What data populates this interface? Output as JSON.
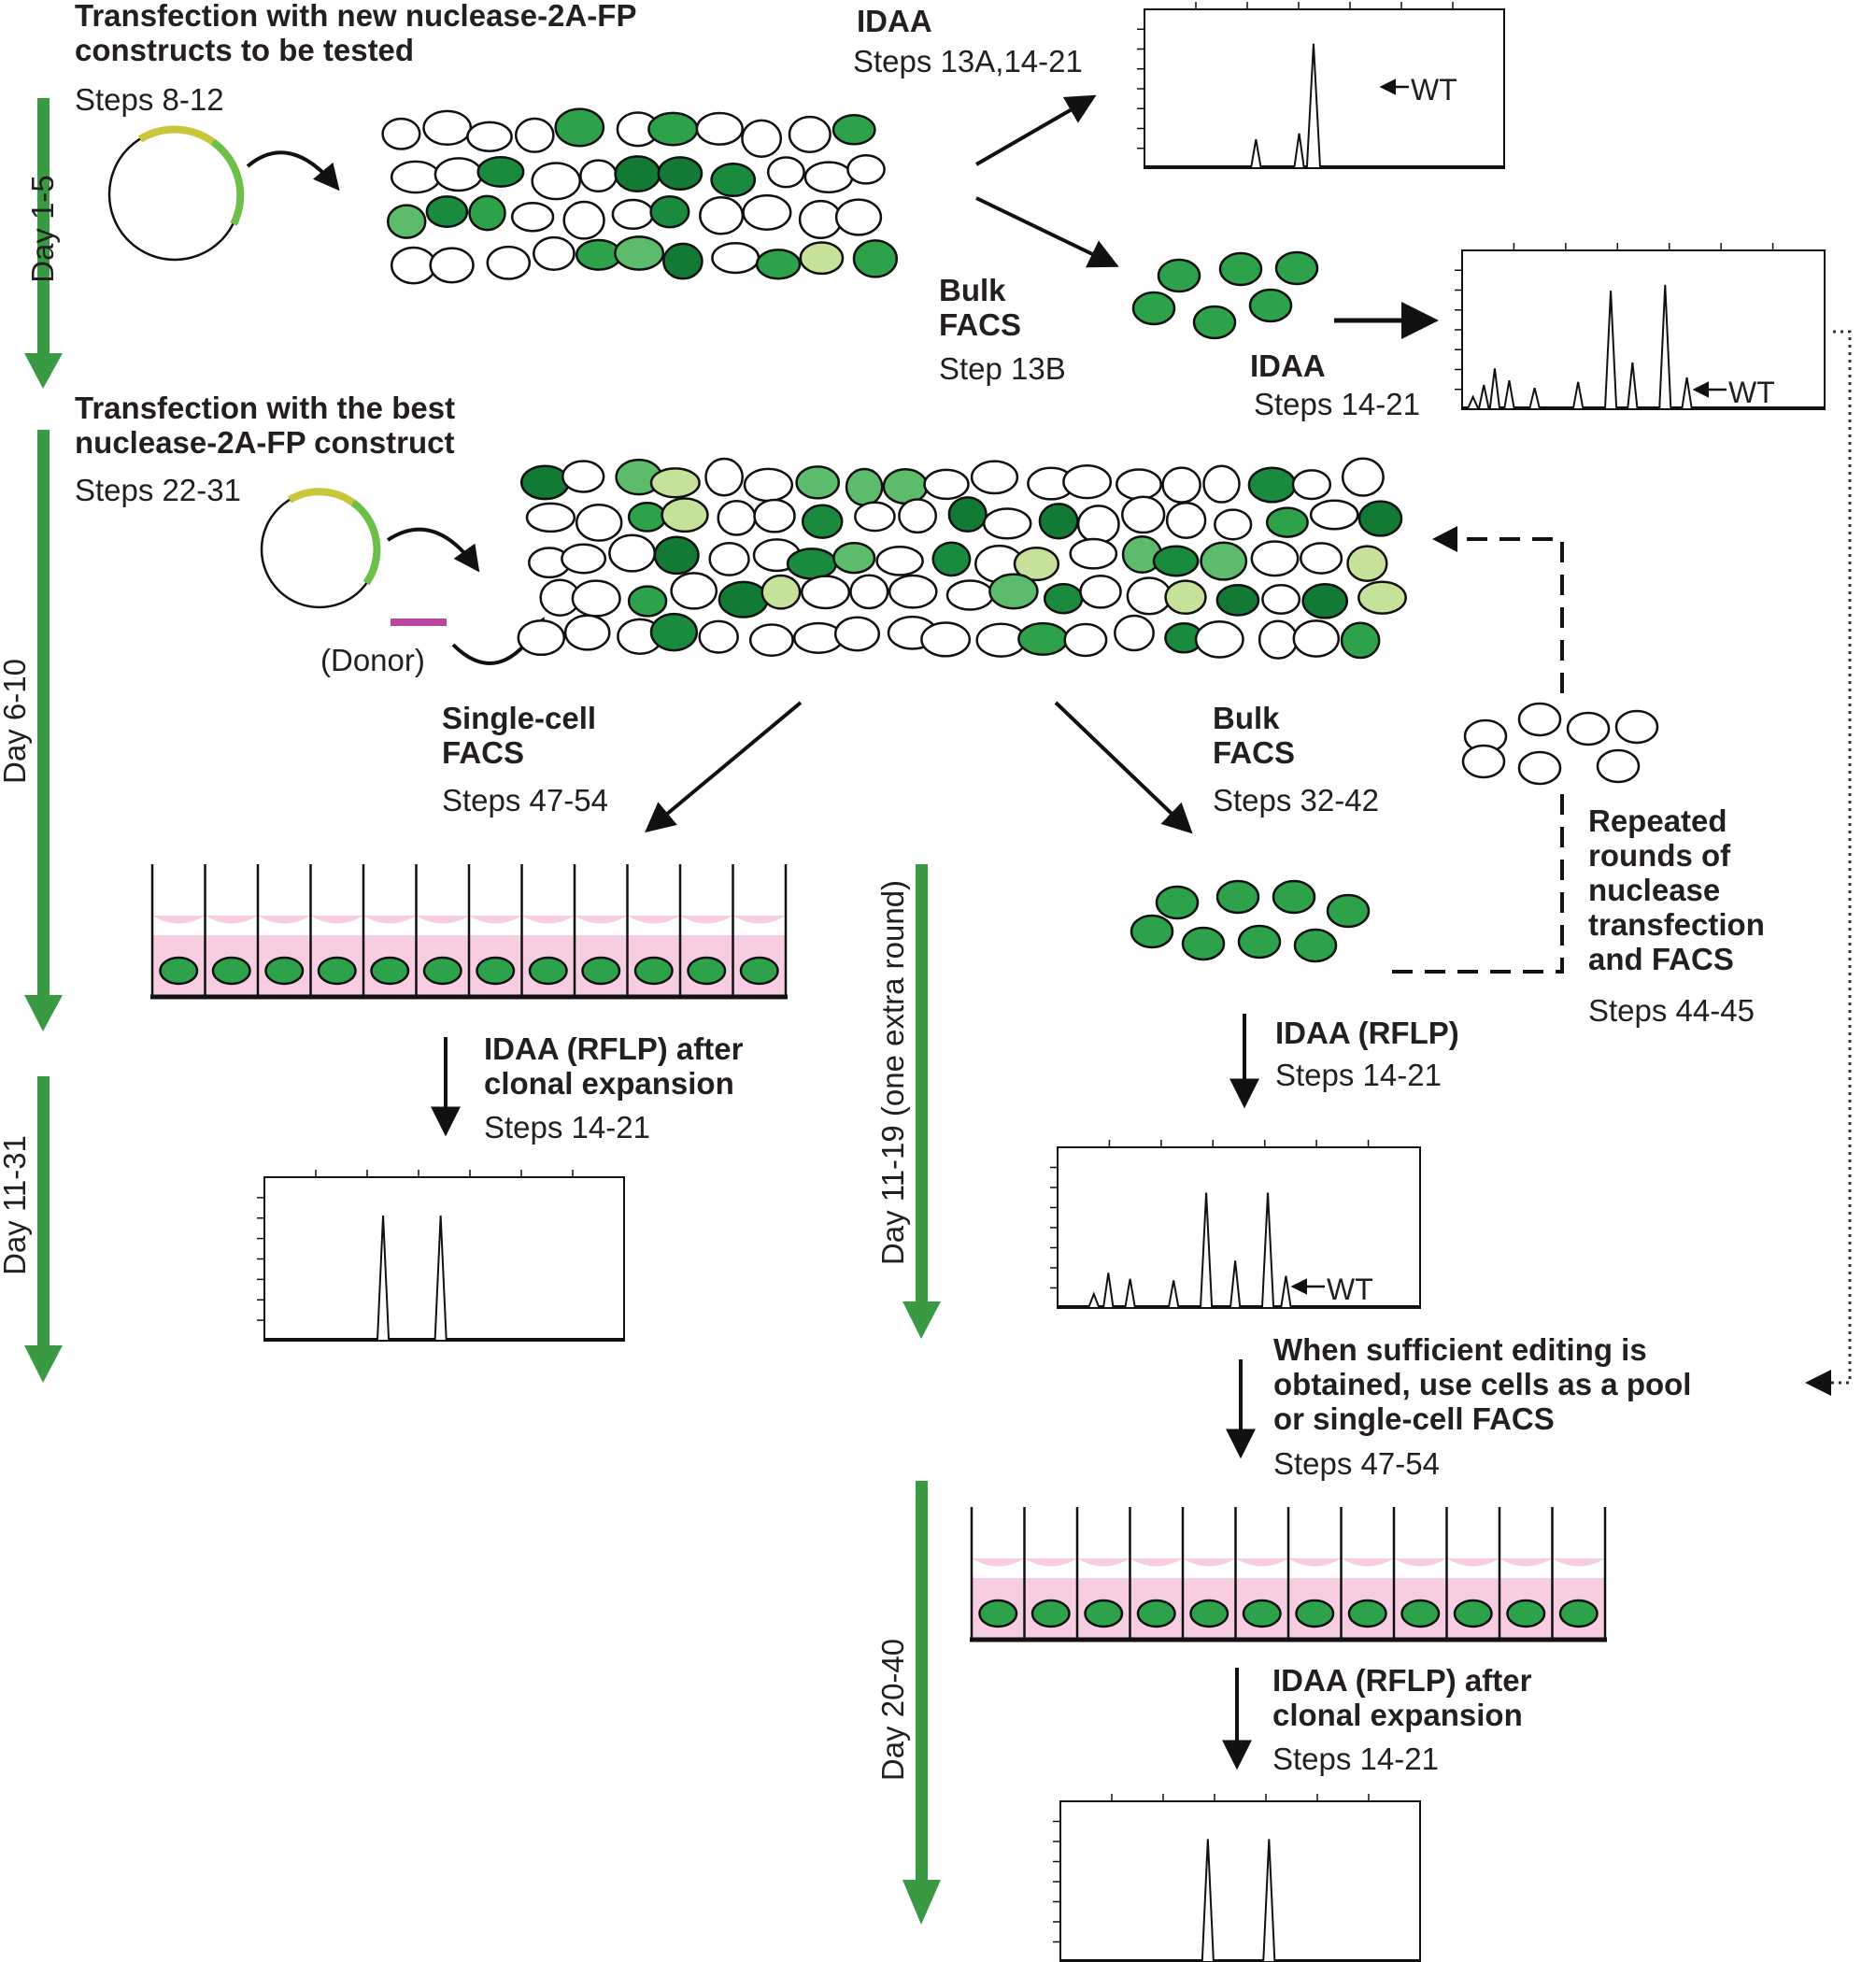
{
  "colors": {
    "timeline_green": "#3a9a44",
    "cell_greens": [
      "#c6e29a",
      "#5dbb6c",
      "#2da24a",
      "#1a8a3e",
      "#137a35"
    ],
    "plasmid_yellow": "#c9c63a",
    "plasmid_green": "#6cc04a",
    "donor_magenta": "#b8479e",
    "well_fill": "#f7cde1"
  },
  "timeline": {
    "day_1_5": "Day 1-5",
    "day_6_10": "Day 6-10",
    "day_11_31": "Day 11-31",
    "day_11_19": "Day 11-19 (one extra round)",
    "day_20_40": "Day 20-40"
  },
  "stage1": {
    "title": "Transfection with new nuclease-2A-FP\nconstructs to be tested",
    "steps": "Steps 8-12"
  },
  "idaa_top": {
    "title": "IDAA",
    "steps": "Steps 13A,14-21",
    "wt": "WT"
  },
  "bulk_facs_1": {
    "title": "Bulk\nFACS",
    "steps": "Step 13B"
  },
  "idaa_bulk_1": {
    "title": "IDAA",
    "steps": "Steps 14-21",
    "wt": "WT"
  },
  "stage2": {
    "title": "Transfection with the best\nnuclease-2A-FP construct",
    "steps": "Steps 22-31",
    "donor": "(Donor)"
  },
  "single_cell_facs": {
    "title": "Single-cell\nFACS",
    "steps": "Steps 47-54"
  },
  "bulk_facs_2": {
    "title": "Bulk\nFACS",
    "steps": "Steps 32-42"
  },
  "repeated": {
    "title": "Repeated\nrounds of\nnuclease\ntransfection\nand FACS",
    "steps": "Steps 44-45"
  },
  "idaa_rflp_left": {
    "title": "IDAA (RFLP) after\nclonal expansion",
    "steps": "Steps 14-21"
  },
  "idaa_rflp_mid": {
    "title": "IDAA (RFLP)",
    "steps": "Steps 14-21",
    "wt": "WT"
  },
  "sufficient": {
    "title": "When sufficient editing is\nobtained, use cells as a pool\nor single-cell FACS",
    "steps": "Steps 47-54"
  },
  "idaa_rflp_bottom": {
    "title": "IDAA (RFLP) after\nclonal expansion",
    "steps": "Steps 14-21"
  }
}
